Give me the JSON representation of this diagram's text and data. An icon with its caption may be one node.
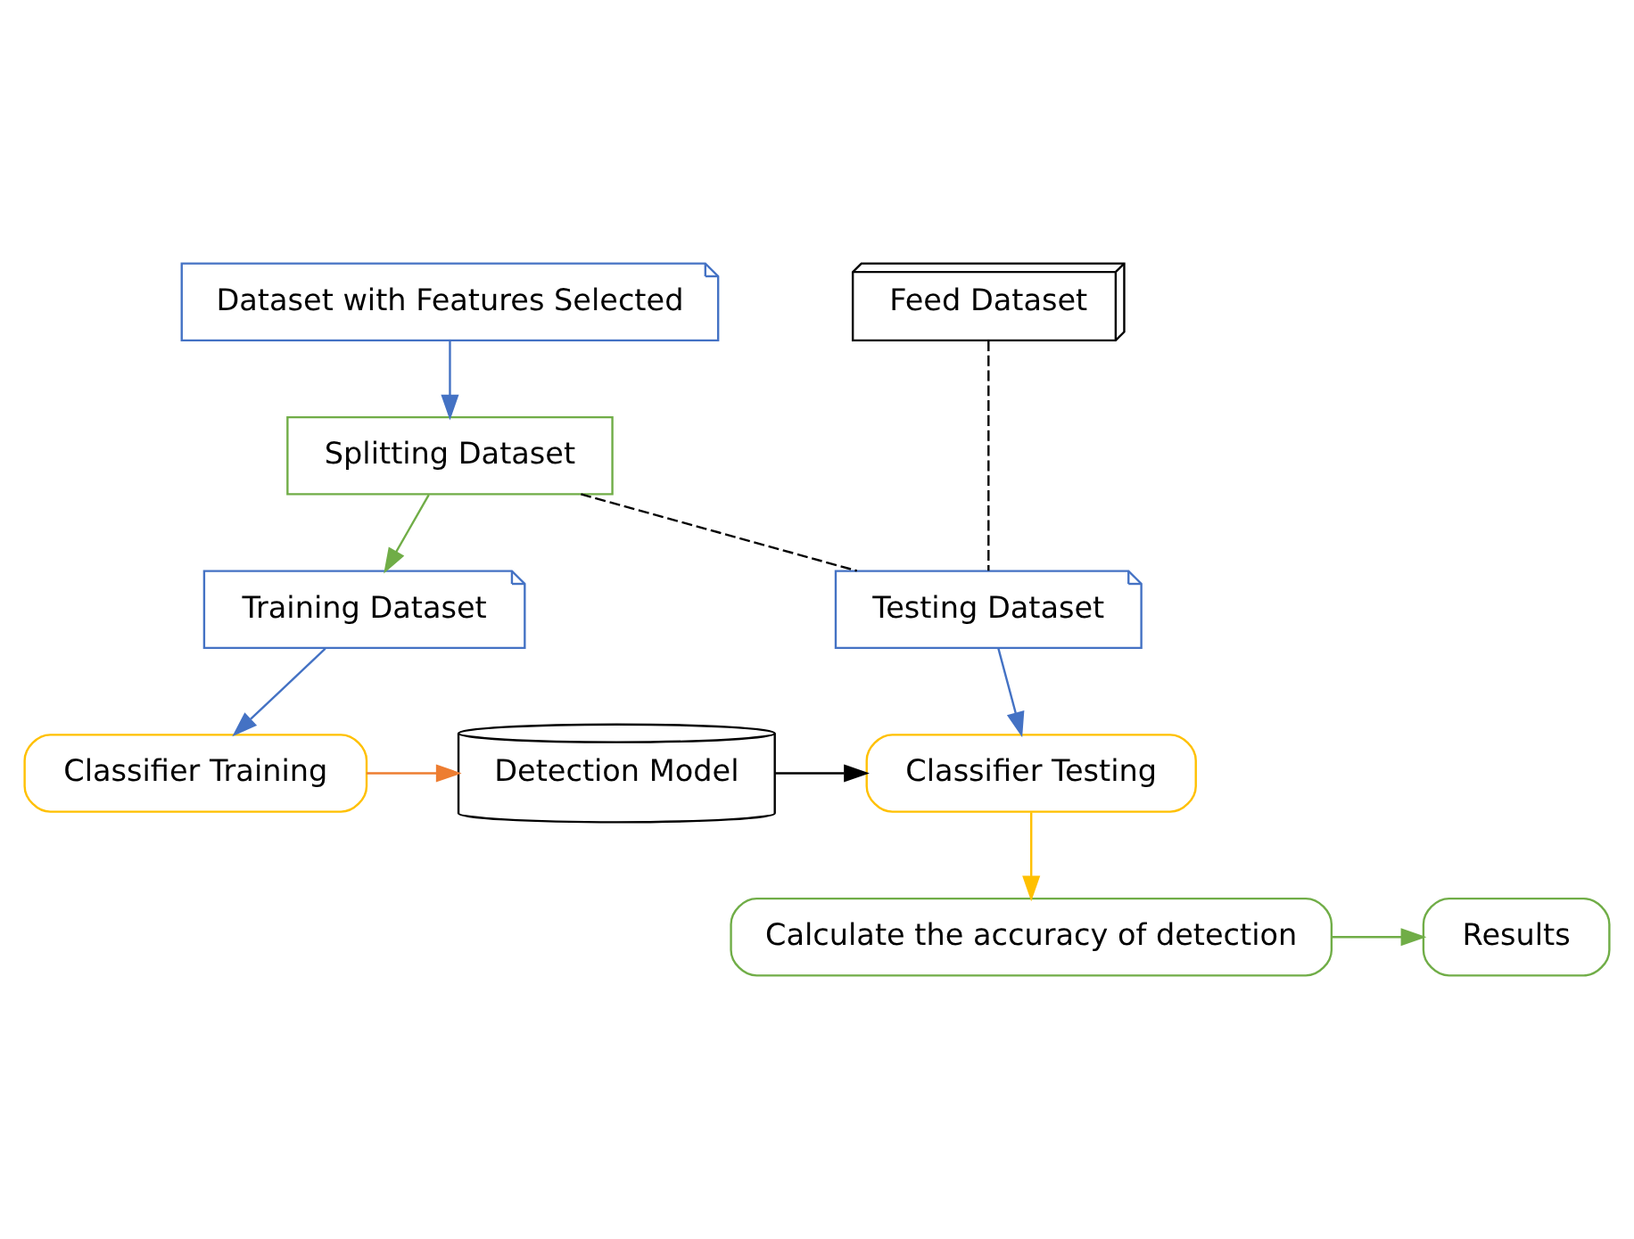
{
  "diagram": {
    "nodes": [
      {
        "text": [
          "Dataset with Features Selected"
        ]
      },
      {
        "text": [
          "Feed Dataset"
        ]
      },
      {
        "text": [
          "Splitting Dataset"
        ]
      },
      {
        "text": [
          "Training Dataset"
        ]
      },
      {
        "text": [
          "Testing Dataset"
        ]
      },
      {
        "text": [
          "Classifier Training"
        ]
      },
      {
        "text": [
          "Detection Model"
        ]
      },
      {
        "text": [
          "Classifier Testing"
        ]
      },
      {
        "text": [
          "Calculate the accuracy of detection"
        ]
      },
      {
        "text": [
          "Results"
        ]
      }
    ],
    "edges": [
      {
        "from": 0,
        "to": 2,
        "arrow": "to",
        "color": "#4472c4"
      },
      {
        "from": 2,
        "to": 3,
        "arrow": "to",
        "color": "#70ad47"
      },
      {
        "from": 1,
        "to": 4,
        "arrow": "none",
        "style": "dashed",
        "color": "#000000"
      },
      {
        "from": 2,
        "to": 4,
        "arrow": "none",
        "style": "dashed",
        "color": "#000000"
      },
      {
        "from": 3,
        "to": 5,
        "arrow": "to",
        "color": "#4472c4"
      },
      {
        "from": 4,
        "to": 7,
        "arrow": "to",
        "color": "#4472c4"
      },
      {
        "from": 5,
        "to": 6,
        "arrow": "to",
        "color": "#ed7d31"
      },
      {
        "from": 6,
        "to": 7,
        "arrow": "to",
        "color": "#000000"
      },
      {
        "from": 7,
        "to": 8,
        "arrow": "to",
        "color": "#ffc000"
      },
      {
        "from": 8,
        "to": 9,
        "arrow": "to",
        "color": "#70ad47"
      }
    ]
  }
}
